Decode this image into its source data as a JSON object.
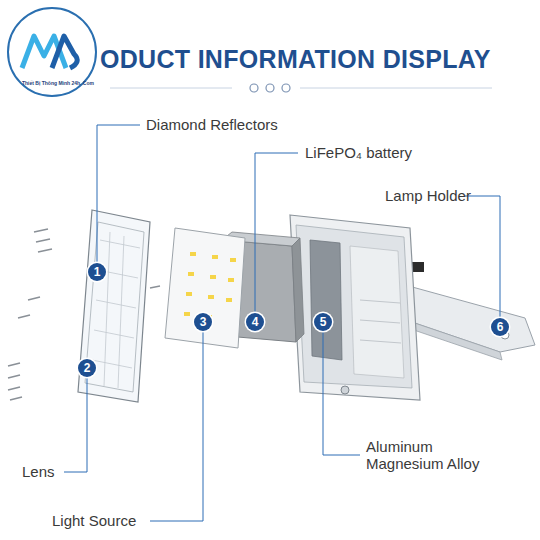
{
  "diagram": {
    "title": "ODUCT INFORMATION DISPLAY",
    "nodes": [
      {
        "text": [
          "1"
        ]
      },
      {
        "text": [
          "2"
        ]
      },
      {
        "text": [
          "3"
        ]
      },
      {
        "text": [
          "4"
        ]
      },
      {
        "text": [
          "5"
        ]
      },
      {
        "text": [
          "6"
        ]
      }
    ],
    "labels": [
      "Diamond Reflectors",
      "LiFePO₄ battery",
      "Lamp Holder",
      "Aluminum Magnesium Alloy",
      "Lens",
      "Light Source",
      "Thiết Bị Thông Minh 24h. Com"
    ]
  }
}
